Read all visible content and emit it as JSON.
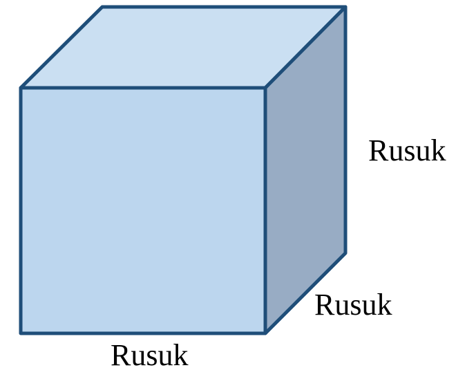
{
  "diagram": {
    "shape": "cube",
    "labels": {
      "vertical_edge": "Rusuk",
      "depth_edge": "Rusuk",
      "bottom_edge": "Rusuk"
    },
    "colors": {
      "front_face": "#bcd6ee",
      "top_face": "#cadff2",
      "side_face": "#98acc4",
      "edges": "#1f4e79"
    }
  }
}
